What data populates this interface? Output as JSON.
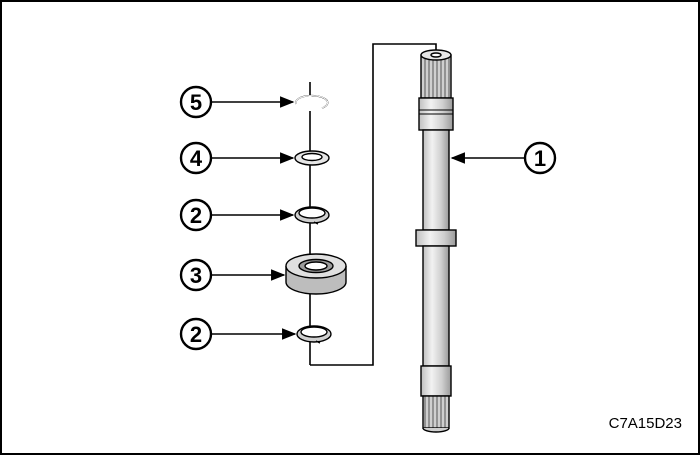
{
  "callouts": [
    {
      "id": "callout-5",
      "label": "5",
      "part": "snap ring"
    },
    {
      "id": "callout-4",
      "label": "4",
      "part": "washer"
    },
    {
      "id": "callout-2a",
      "label": "2",
      "part": "retaining ring"
    },
    {
      "id": "callout-3",
      "label": "3",
      "part": "bearing"
    },
    {
      "id": "callout-2b",
      "label": "2",
      "part": "retaining ring"
    },
    {
      "id": "callout-1",
      "label": "1",
      "part": "shaft"
    }
  ],
  "figure_code": "C7A15D23",
  "colors": {
    "line": "#000000",
    "background": "#ffffff",
    "part_fill": "#d9d9d9",
    "part_dark": "#a6a6a6"
  }
}
